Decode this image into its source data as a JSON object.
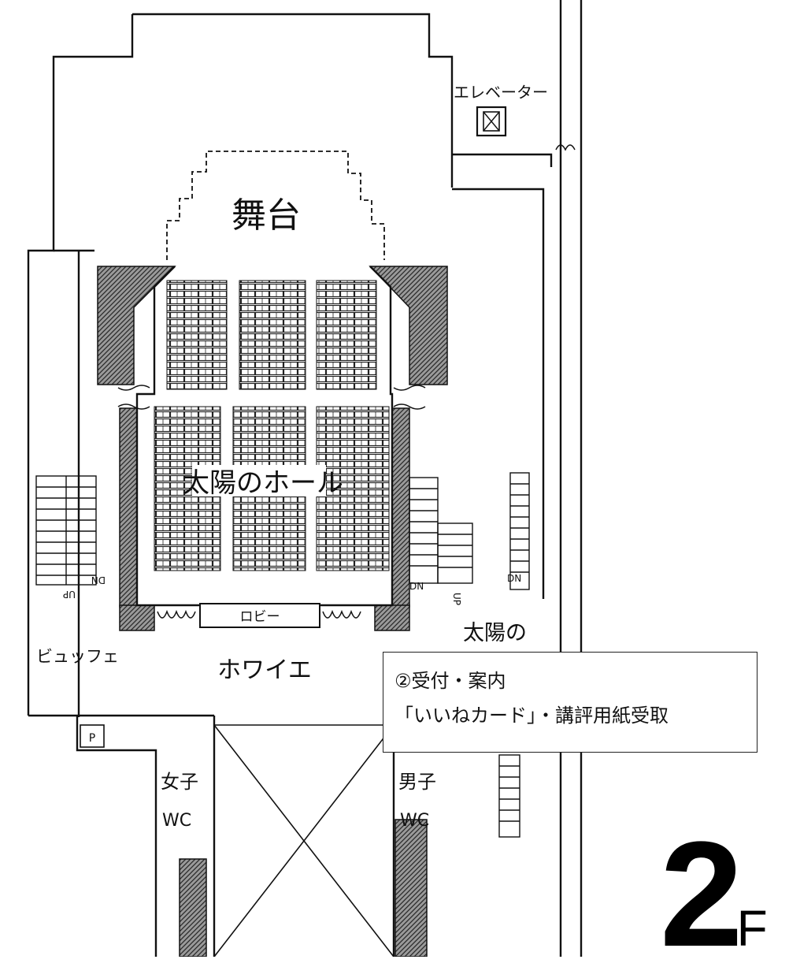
{
  "map": {
    "labels": {
      "stage": "舞台",
      "hall": "太陽のホール",
      "elevator": "エレベーター",
      "buffet": "ビュッフェ",
      "foyer": "ホワイエ",
      "taiyo_no": "太陽の",
      "womens_wc_1": "女子",
      "womens_wc_2": "WC",
      "mens_wc_1": "男子",
      "mens_wc_2": "WC",
      "lobby_sign": "ロビー",
      "up": "UP",
      "dn": "DN"
    },
    "info_box": {
      "line1": "②受付・案内",
      "line2": "「いいねカード」・講評用紙受取"
    },
    "floor": {
      "number": "2",
      "suffix": "F"
    }
  }
}
